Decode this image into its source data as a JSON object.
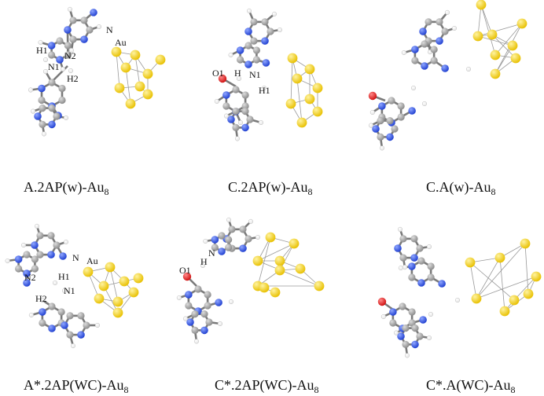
{
  "colors": {
    "carbon": "#8a8a8a",
    "nitrogen": "#1f3fd0",
    "hydrogen": "#e6e6e6",
    "oxygen": "#d01010",
    "gold": "#e8c000",
    "bond": "#7a7a7a",
    "contact": "#9a9a9a"
  },
  "panels": [
    {
      "name": "A.2AP(w)-Au8",
      "caption_main": "A.2AP(w)-Au",
      "caption_sub": "8",
      "atom_labels": [
        "H1",
        "N1",
        "N2",
        "H2",
        "N",
        "Au"
      ]
    },
    {
      "name": "C.2AP(w)-Au8",
      "caption_main": "C.2AP(w)-Au",
      "caption_sub": "8",
      "atom_labels": [
        "O1",
        "H",
        "N1",
        "H1"
      ]
    },
    {
      "name": "C.A(w)-Au8",
      "caption_main": "C.A(w)-Au",
      "caption_sub": "8",
      "atom_labels": []
    },
    {
      "name": "A*.2AP(WC)-Au8",
      "caption_main": "A*.2AP(WC)-Au",
      "caption_sub": "8",
      "atom_labels": [
        "N",
        "Au",
        "N2",
        "H1",
        "H2",
        "N1"
      ]
    },
    {
      "name": "C*.2AP(WC)-Au8",
      "caption_main": "C*.2AP(WC)-Au",
      "caption_sub": "8",
      "atom_labels": [
        "N",
        "H",
        "O1"
      ]
    },
    {
      "name": "C*.A(WC)-Au8",
      "caption_main": "C*.A(WC)-Au",
      "caption_sub": "8",
      "atom_labels": []
    }
  ]
}
